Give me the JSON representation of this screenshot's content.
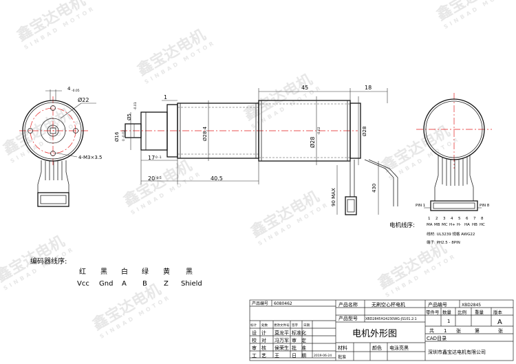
{
  "watermark": {
    "cn": "鑫宝达电机",
    "en": "SINBAD MOTOR"
  },
  "dims": {
    "tol_4": "4",
    "tol_4_sub": "-0.05",
    "dia22": "Ø22",
    "mount_holes": "4-M3×3.5",
    "dia16": "Ø16",
    "dia16_sub": "0 -0.02",
    "dia5": "Ø5",
    "dia5_sub": "-0.01",
    "dia28_4": "Ø28.4",
    "dia28_front": "Ø28",
    "dia28_front_sub": "-0.02",
    "dia28_rear": "Ø28",
    "d17": "17",
    "d17_sub": "0 -1",
    "d20": "20",
    "d20_sub": "-0.5",
    "d40_5": "40.5",
    "d45": "45",
    "d18": "18",
    "d1": "1",
    "d90": "90 MAX",
    "d430": "430"
  },
  "pins": {
    "pin1": "PIN 1",
    "pin8": "PIN 8",
    "numbers": [
      "1",
      "2",
      "3",
      "4",
      "5",
      "6",
      "7",
      "8"
    ],
    "labels": [
      "MA",
      "MB",
      "MC",
      "H+",
      "H-",
      "HA",
      "HB",
      "HC"
    ],
    "title": "电机线序:",
    "note1": "线材: UL3239  规格 AWG22",
    "note2": "端子: PH2.5 - 8PIN"
  },
  "encoder": {
    "title": "编码器线序:",
    "colors": [
      "红",
      "黑",
      "白",
      "绿",
      "黄",
      "黑"
    ],
    "signals": [
      "Vcc",
      "Gnd",
      "A",
      "B",
      "Z",
      "Shield"
    ]
  },
  "title_block": {
    "label_product_no": "产品编号",
    "product_no": "6080462",
    "label_product_name": "产品名称",
    "product_name": "无刷空心杯电机",
    "label_product_model": "产品型号",
    "product_model": "XBD2845H24230WG-JS101.2:1",
    "label_part_no": "产品编号",
    "part_no": "XBD2845",
    "col_part": "零件号",
    "col_qty": "数量",
    "col_scale": "比例",
    "col_weight": "重量",
    "col_version": "版本",
    "qty_value": "1",
    "version_value": "A",
    "sheet_total_prefix": "共",
    "sheet_total": "1",
    "sheet_unit": "张",
    "sheet_no_prefix": "第",
    "sheet_no_unit": "张",
    "drawing_title": "电机外形图",
    "cad": "CAD目录",
    "company": "深圳市鑫宝达电机有限公司",
    "material_label": "材料",
    "color_label": "颜色",
    "color_value": "电泳亮黑",
    "roles": [
      "设　计",
      "校　对",
      "审　核",
      "工　艺"
    ],
    "names": [
      "莫龙平",
      "冯万军",
      "侯荣生",
      "王"
    ],
    "roles2": [
      "标准化",
      "审　定",
      "批　准",
      "日　期"
    ],
    "date": "2019-06-24",
    "rev_row": [
      "标计",
      "处数",
      "更改文件号",
      "签字",
      "日期"
    ],
    "approve": "批准"
  },
  "colors": {
    "centerline": "#e21a1a",
    "line": "#111111",
    "watermark": "#bdbdbd"
  }
}
